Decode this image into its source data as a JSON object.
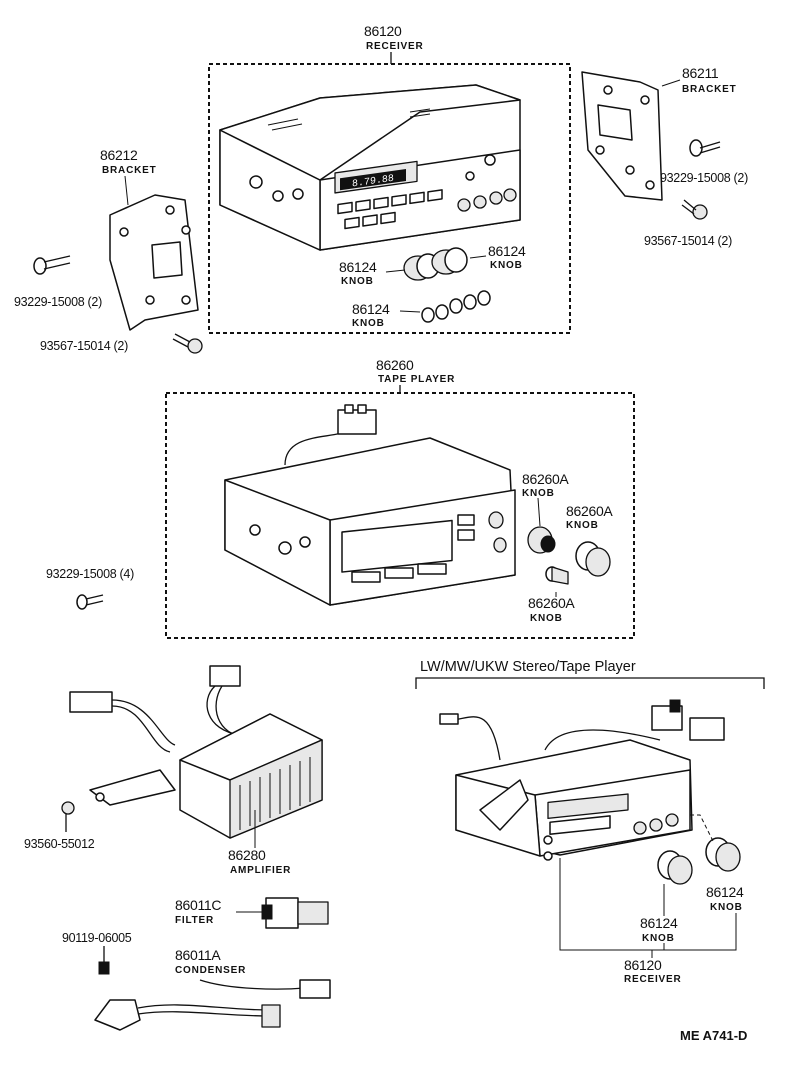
{
  "diagram": {
    "receiver_top": {
      "part_no": "86120",
      "name": "RECEIVER"
    },
    "bracket_right": {
      "part_no": "86211",
      "name": "BRACKET"
    },
    "bracket_left": {
      "part_no": "86212",
      "name": "BRACKET"
    },
    "screw_right": "93229-15008 (2)",
    "bolt_right": "93567-15014 (2)",
    "screw_left": "93229-15008 (2)",
    "bolt_left": "93567-15014 (2)",
    "knob_a": {
      "part_no": "86124",
      "name": "KNOB"
    },
    "knob_b": {
      "part_no": "86124",
      "name": "KNOB"
    },
    "knob_c": {
      "part_no": "86124",
      "name": "KNOB"
    },
    "tape_player": {
      "part_no": "86260",
      "name": "TAPE PLAYER"
    },
    "tape_knob_a": {
      "part_no": "86260A",
      "name": "KNOB"
    },
    "tape_knob_b": {
      "part_no": "86260A",
      "name": "KNOB"
    },
    "tape_knob_c": {
      "part_no": "86260A",
      "name": "KNOB"
    },
    "screw_tape": "93229-15008 (4)",
    "variant_title": "LW/MW/UKW Stereo/Tape Player",
    "amplifier": {
      "part_no": "86280",
      "name": "AMPLIFIER"
    },
    "bolt_amp": "93560-55012",
    "filter": {
      "part_no": "86011C",
      "name": "FILTER"
    },
    "condenser": {
      "part_no": "86011A",
      "name": "CONDENSER"
    },
    "screw_condenser": "90119-06005",
    "variant_knob": {
      "part_no": "86124",
      "name": "KNOB"
    },
    "variant_knob2": {
      "part_no": "86124",
      "name": "KNOB"
    },
    "variant_receiver": {
      "part_no": "86120",
      "name": "RECEIVER"
    },
    "drawing_code": "ME  A741-D"
  }
}
